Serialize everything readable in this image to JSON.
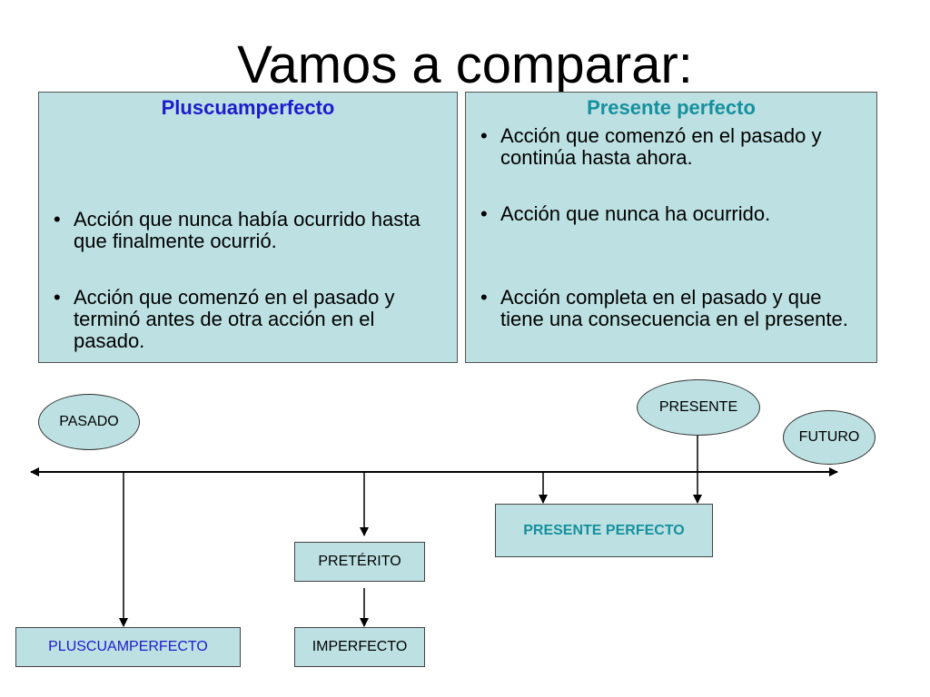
{
  "title": "Vamos a comparar:",
  "left_panel": {
    "heading": "Pluscuamperfecto",
    "bullets": [
      "Acción que nunca había ocurrido hasta que finalmente ocurrió.",
      "Acción que comenzó en el pasado y terminó antes de otra acción en el pasado."
    ]
  },
  "right_panel": {
    "heading": "Presente perfecto",
    "bullets": [
      "Acción que comenzó en el pasado y continúa hasta ahora.",
      "Acción que nunca ha ocurrido.",
      "Acción completa en el pasado y que tiene una consecuencia en el presente."
    ]
  },
  "bullet_char": "•",
  "timeline": {
    "pasado": "PASADO",
    "presente": "PRESENTE",
    "futuro": "FUTURO",
    "presente_perfecto": "PRESENTE PERFECTO",
    "preterito": "PRETÉRITO",
    "imperfecto": "IMPERFECTO",
    "pluscuamperfecto": "PLUSCUAMPERFECTO"
  },
  "colors": {
    "panel_fill": "#bde1e3",
    "left_heading": "#1c1ccc",
    "right_heading": "#16909e",
    "presente_perfecto_text": "#16909e",
    "pluscuamperfecto_text": "#1c1ccc"
  }
}
